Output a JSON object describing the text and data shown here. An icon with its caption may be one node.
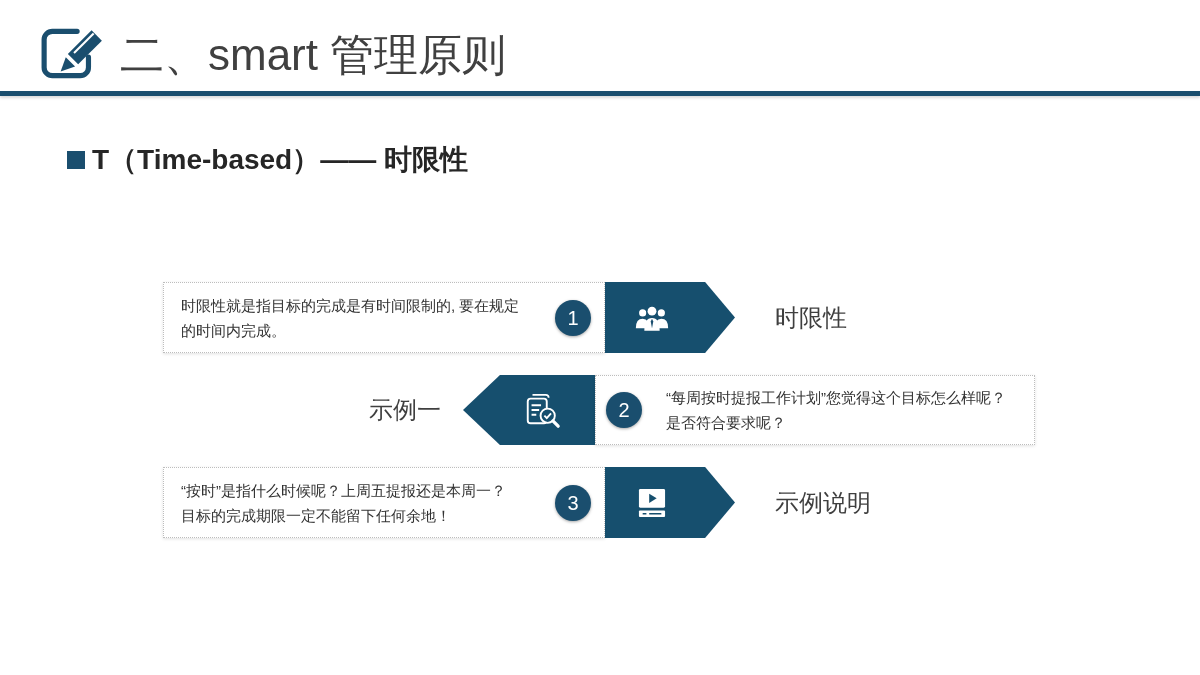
{
  "diagram": {
    "title": "二、smart 管理原则",
    "nodes": [
      {
        "text": [
          "时限性就是指目标的完成是有时间限制的, 要在规定的时间内完成。"
        ]
      },
      {
        "text": [
          "1"
        ],
        "in": 0
      },
      {
        "text": [],
        "shape": "arrow",
        "beside": [
          "时限性"
        ]
      },
      {
        "text": [],
        "shape": "arrow",
        "beside": [
          "示例一"
        ]
      },
      {
        "text": [
          "“每周按时提报工作计划”您觉得这个目标怎么样呢？是否符合要求呢？"
        ]
      },
      {
        "text": [
          "2"
        ],
        "in": 4
      },
      {
        "text": [
          "“按时”是指什么时候呢？上周五提报还是本周一？目标的完成期限一定不能留下任何余地！"
        ]
      },
      {
        "text": [
          "3"
        ],
        "in": 6
      },
      {
        "text": [],
        "shape": "arrow",
        "beside": [
          "示例说明"
        ]
      }
    ],
    "labels": [
      "T（Time-based）—— 时限性"
    ]
  }
}
